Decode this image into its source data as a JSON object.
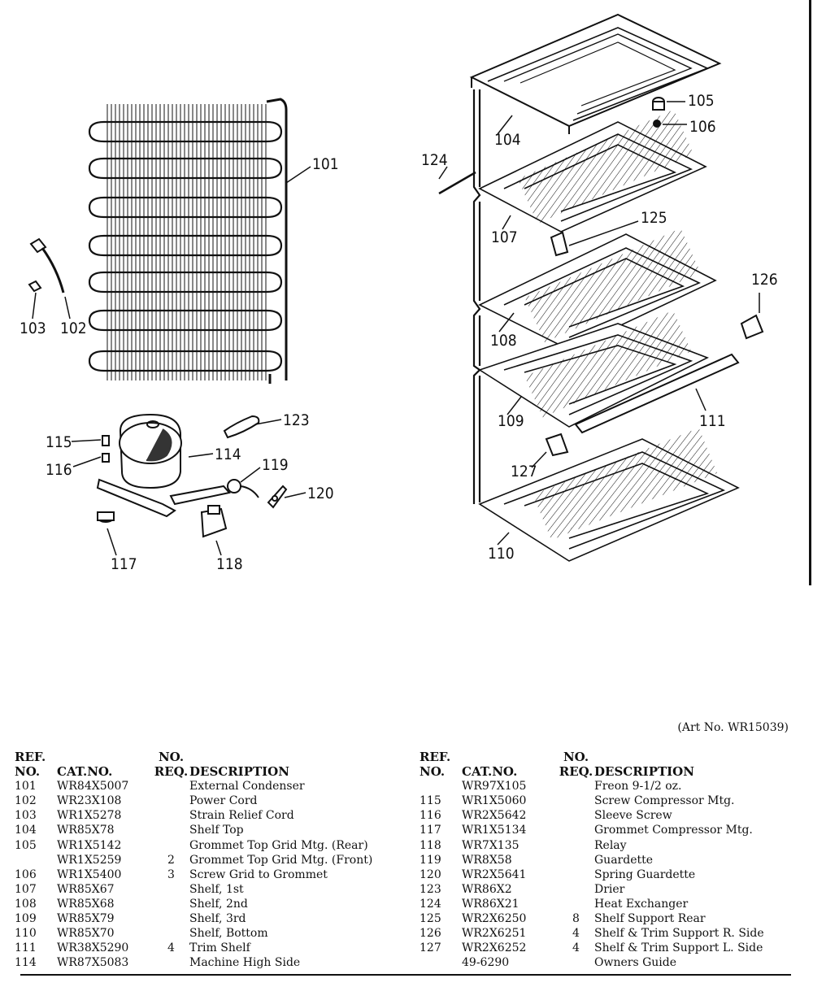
{
  "art_number": "(Art No. WR15039)",
  "callouts": {
    "c101": "101",
    "c102": "102",
    "c103": "103",
    "c104": "104",
    "c105": "105",
    "c106": "106",
    "c107": "107",
    "c108": "108",
    "c109": "109",
    "c110": "110",
    "c111": "111",
    "c114": "114",
    "c115": "115",
    "c116": "116",
    "c117": "117",
    "c118": "118",
    "c119": "119",
    "c120": "120",
    "c123": "123",
    "c124": "124",
    "c125": "125",
    "c126": "126",
    "c127": "127"
  },
  "table_headers": {
    "ref_top": "REF.",
    "ref_bottom": "NO.",
    "cat": "CAT.NO.",
    "no_top": "NO.",
    "req": "REQ.",
    "desc": "DESCRIPTION"
  },
  "left_rows": [
    {
      "ref": "101",
      "cat": "WR84X5007",
      "req": "",
      "desc": "External Condenser"
    },
    {
      "ref": "102",
      "cat": "WR23X108",
      "req": "",
      "desc": "Power Cord"
    },
    {
      "ref": "103",
      "cat": "WR1X5278",
      "req": "",
      "desc": "Strain Relief Cord"
    },
    {
      "ref": "104",
      "cat": "WR85X78",
      "req": "",
      "desc": "Shelf Top"
    },
    {
      "ref": "105",
      "cat": "WR1X5142",
      "req": "",
      "desc": "Grommet Top Grid Mtg. (Rear)"
    },
    {
      "ref": "",
      "cat": "WR1X5259",
      "req": "2",
      "desc": "Grommet Top Grid Mtg. (Front)"
    },
    {
      "ref": "106",
      "cat": "WR1X5400",
      "req": "3",
      "desc": "Screw Grid to Grommet"
    },
    {
      "ref": "107",
      "cat": "WR85X67",
      "req": "",
      "desc": "Shelf, 1st"
    },
    {
      "ref": "108",
      "cat": "WR85X68",
      "req": "",
      "desc": "Shelf, 2nd"
    },
    {
      "ref": "109",
      "cat": "WR85X79",
      "req": "",
      "desc": "Shelf, 3rd"
    },
    {
      "ref": "110",
      "cat": "WR85X70",
      "req": "",
      "desc": "Shelf, Bottom"
    },
    {
      "ref": "111",
      "cat": "WR38X5290",
      "req": "4",
      "desc": "Trim Shelf"
    },
    {
      "ref": "114",
      "cat": "WR87X5083",
      "req": "",
      "desc": "Machine High Side"
    }
  ],
  "right_rows": [
    {
      "ref": "",
      "cat": "WR97X105",
      "req": "",
      "desc": "Freon 9-1/2 oz."
    },
    {
      "ref": "115",
      "cat": "WR1X5060",
      "req": "",
      "desc": "Screw Compressor Mtg."
    },
    {
      "ref": "116",
      "cat": "WR2X5642",
      "req": "",
      "desc": "Sleeve Screw"
    },
    {
      "ref": "117",
      "cat": "WR1X5134",
      "req": "",
      "desc": "Grommet Compressor Mtg."
    },
    {
      "ref": "118",
      "cat": "WR7X135",
      "req": "",
      "desc": "Relay"
    },
    {
      "ref": "119",
      "cat": "WR8X58",
      "req": "",
      "desc": "Guardette"
    },
    {
      "ref": "120",
      "cat": "WR2X5641",
      "req": "",
      "desc": "Spring Guardette"
    },
    {
      "ref": "123",
      "cat": "WR86X2",
      "req": "",
      "desc": "Drier"
    },
    {
      "ref": "124",
      "cat": "WR86X21",
      "req": "",
      "desc": "Heat Exchanger"
    },
    {
      "ref": "125",
      "cat": "WR2X6250",
      "req": "8",
      "desc": "Shelf Support Rear"
    },
    {
      "ref": "126",
      "cat": "WR2X6251",
      "req": "4",
      "desc": "Shelf & Trim Support R. Side"
    },
    {
      "ref": "127",
      "cat": "WR2X6252",
      "req": "4",
      "desc": "Shelf & Trim Support L. Side"
    },
    {
      "ref": "",
      "cat": "49-6290",
      "req": "",
      "desc": "Owners Guide"
    }
  ]
}
